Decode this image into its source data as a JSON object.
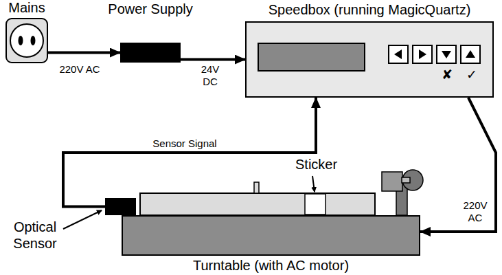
{
  "diagram": {
    "nodes": [
      {
        "text": [
          "Mains"
        ]
      },
      {
        "text": [
          "Power Supply"
        ]
      },
      {
        "text": [
          "Speedbox (running MagicQuartz)"
        ]
      },
      {
        "text": [
          "Turntable (with AC motor)"
        ]
      },
      {
        "text": [
          "Optical Sensor"
        ]
      }
    ],
    "edges": [
      {
        "from": 0,
        "to": 1,
        "label": "220V AC",
        "arrow": "to"
      },
      {
        "from": 1,
        "to": 2,
        "label": "24V DC",
        "arrow": "to"
      },
      {
        "from": 4,
        "to": 2,
        "label": "Sensor Signal",
        "arrow": "to"
      },
      {
        "from": 2,
        "to": 3,
        "label": "220V AC",
        "arrow": "to"
      }
    ],
    "labels": [
      "Sticker",
      "✘",
      "✓"
    ]
  }
}
